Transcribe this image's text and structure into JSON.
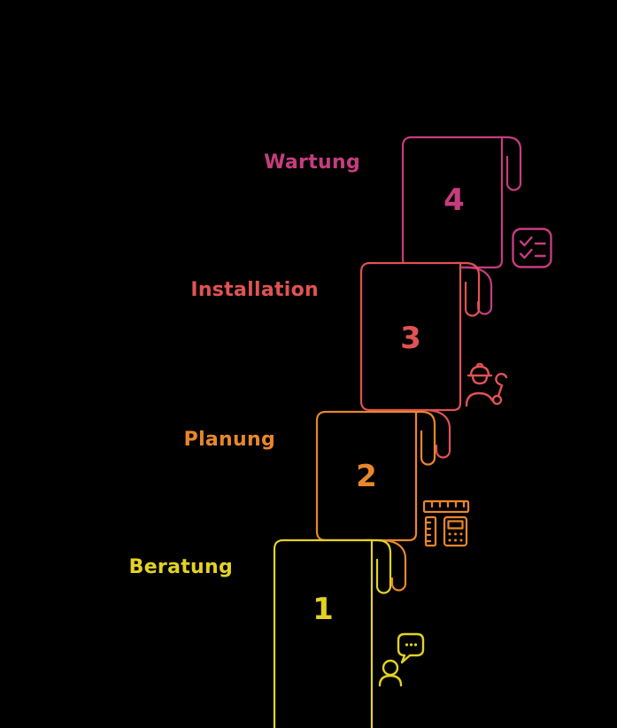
{
  "background": "#000000",
  "steps": [
    {
      "number": "1",
      "label": "Beratung",
      "color": "#e3d222",
      "icon": "person-chat-icon"
    },
    {
      "number": "2",
      "label": "Planung",
      "color": "#e8872b",
      "icon": "ruler-calculator-icon"
    },
    {
      "number": "3",
      "label": "Installation",
      "color": "#e05353",
      "icon": "worker-wrench-icon"
    },
    {
      "number": "4",
      "label": "Wartung",
      "color": "#c63d7f",
      "icon": "checklist-icon"
    }
  ]
}
